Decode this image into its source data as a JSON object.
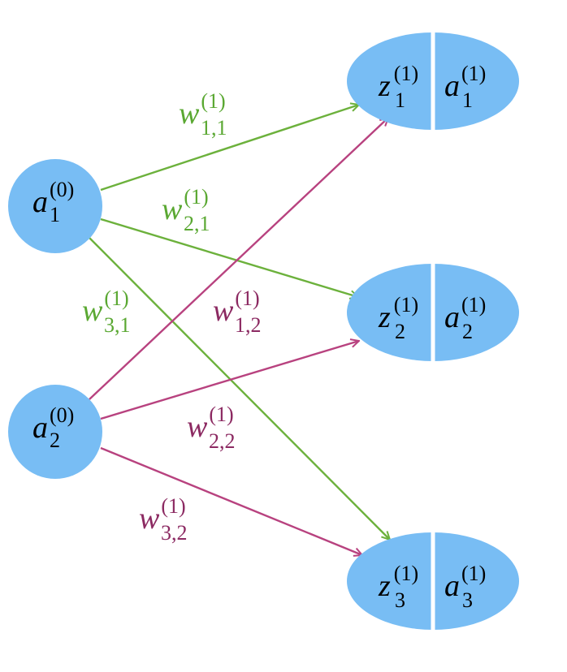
{
  "colors": {
    "node_fill": "#78bdf4",
    "edge_green": "#6cb13c",
    "edge_purple": "#b8427f",
    "label_green": "#5aa832",
    "label_purple": "#8c2a62"
  },
  "input_nodes": [
    {
      "id": "a1_0",
      "base": "a",
      "sub": "1",
      "sup": "(0)"
    },
    {
      "id": "a2_0",
      "base": "a",
      "sub": "2",
      "sup": "(0)"
    }
  ],
  "hidden_nodes": [
    {
      "id": "h1",
      "z": {
        "base": "z",
        "sub": "1",
        "sup": "(1)"
      },
      "a": {
        "base": "a",
        "sub": "1",
        "sup": "(1)"
      }
    },
    {
      "id": "h2",
      "z": {
        "base": "z",
        "sub": "2",
        "sup": "(1)"
      },
      "a": {
        "base": "a",
        "sub": "2",
        "sup": "(1)"
      }
    },
    {
      "id": "h3",
      "z": {
        "base": "z",
        "sub": "3",
        "sup": "(1)"
      },
      "a": {
        "base": "a",
        "sub": "3",
        "sup": "(1)"
      }
    }
  ],
  "edges": [
    {
      "from": "a1_0",
      "to": "h1",
      "color": "green"
    },
    {
      "from": "a1_0",
      "to": "h2",
      "color": "green"
    },
    {
      "from": "a1_0",
      "to": "h3",
      "color": "green"
    },
    {
      "from": "a2_0",
      "to": "h1",
      "color": "purple"
    },
    {
      "from": "a2_0",
      "to": "h2",
      "color": "purple"
    },
    {
      "from": "a2_0",
      "to": "h3",
      "color": "purple"
    }
  ],
  "weights": [
    {
      "id": "w11",
      "base": "w",
      "sub": "1,1",
      "sup": "(1)",
      "color": "green"
    },
    {
      "id": "w21",
      "base": "w",
      "sub": "2,1",
      "sup": "(1)",
      "color": "green"
    },
    {
      "id": "w31",
      "base": "w",
      "sub": "3,1",
      "sup": "(1)",
      "color": "green"
    },
    {
      "id": "w12",
      "base": "w",
      "sub": "1,2",
      "sup": "(1)",
      "color": "purple"
    },
    {
      "id": "w22",
      "base": "w",
      "sub": "2,2",
      "sup": "(1)",
      "color": "purple"
    },
    {
      "id": "w32",
      "base": "w",
      "sub": "3,2",
      "sup": "(1)",
      "color": "purple"
    }
  ]
}
